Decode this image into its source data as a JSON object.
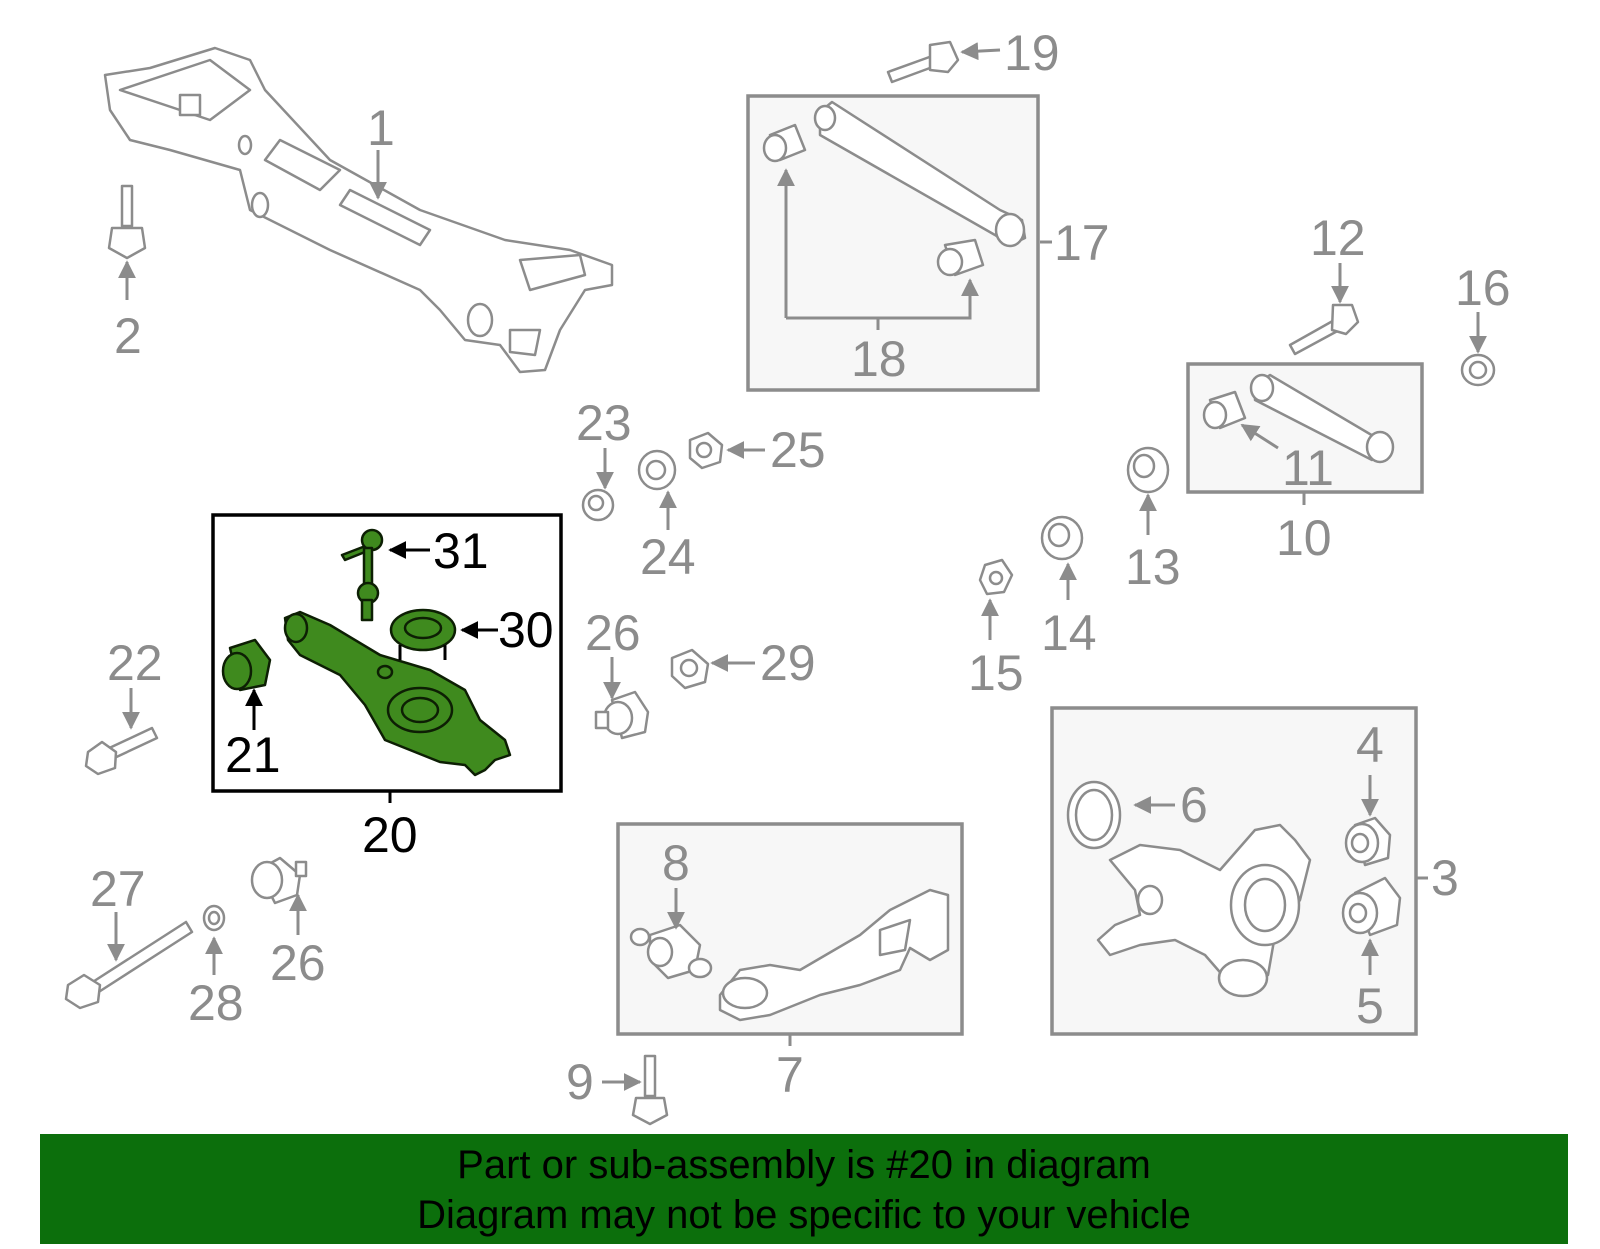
{
  "footer": {
    "line1": "Part or sub-assembly is #20 in diagram",
    "line2": "Diagram may not be specific to your vehicle"
  },
  "highlighted_part": "20",
  "colors": {
    "highlight": "#3f8a1e",
    "footer_bg": "#0c6f0c",
    "line_grey": "#8c8c8c"
  },
  "callouts": {
    "c1": "1",
    "c2": "2",
    "c3": "3",
    "c4": "4",
    "c5": "5",
    "c6": "6",
    "c7": "7",
    "c8": "8",
    "c9": "9",
    "c10": "10",
    "c11": "11",
    "c12": "12",
    "c13": "13",
    "c14": "14",
    "c15": "15",
    "c16": "16",
    "c17": "17",
    "c18": "18",
    "c19": "19",
    "c20": "20",
    "c21": "21",
    "c22": "22",
    "c23": "23",
    "c24": "24",
    "c25": "25",
    "c26a": "26",
    "c26b": "26",
    "c27": "27",
    "c28": "28",
    "c29": "29",
    "c30": "30",
    "c31": "31"
  }
}
